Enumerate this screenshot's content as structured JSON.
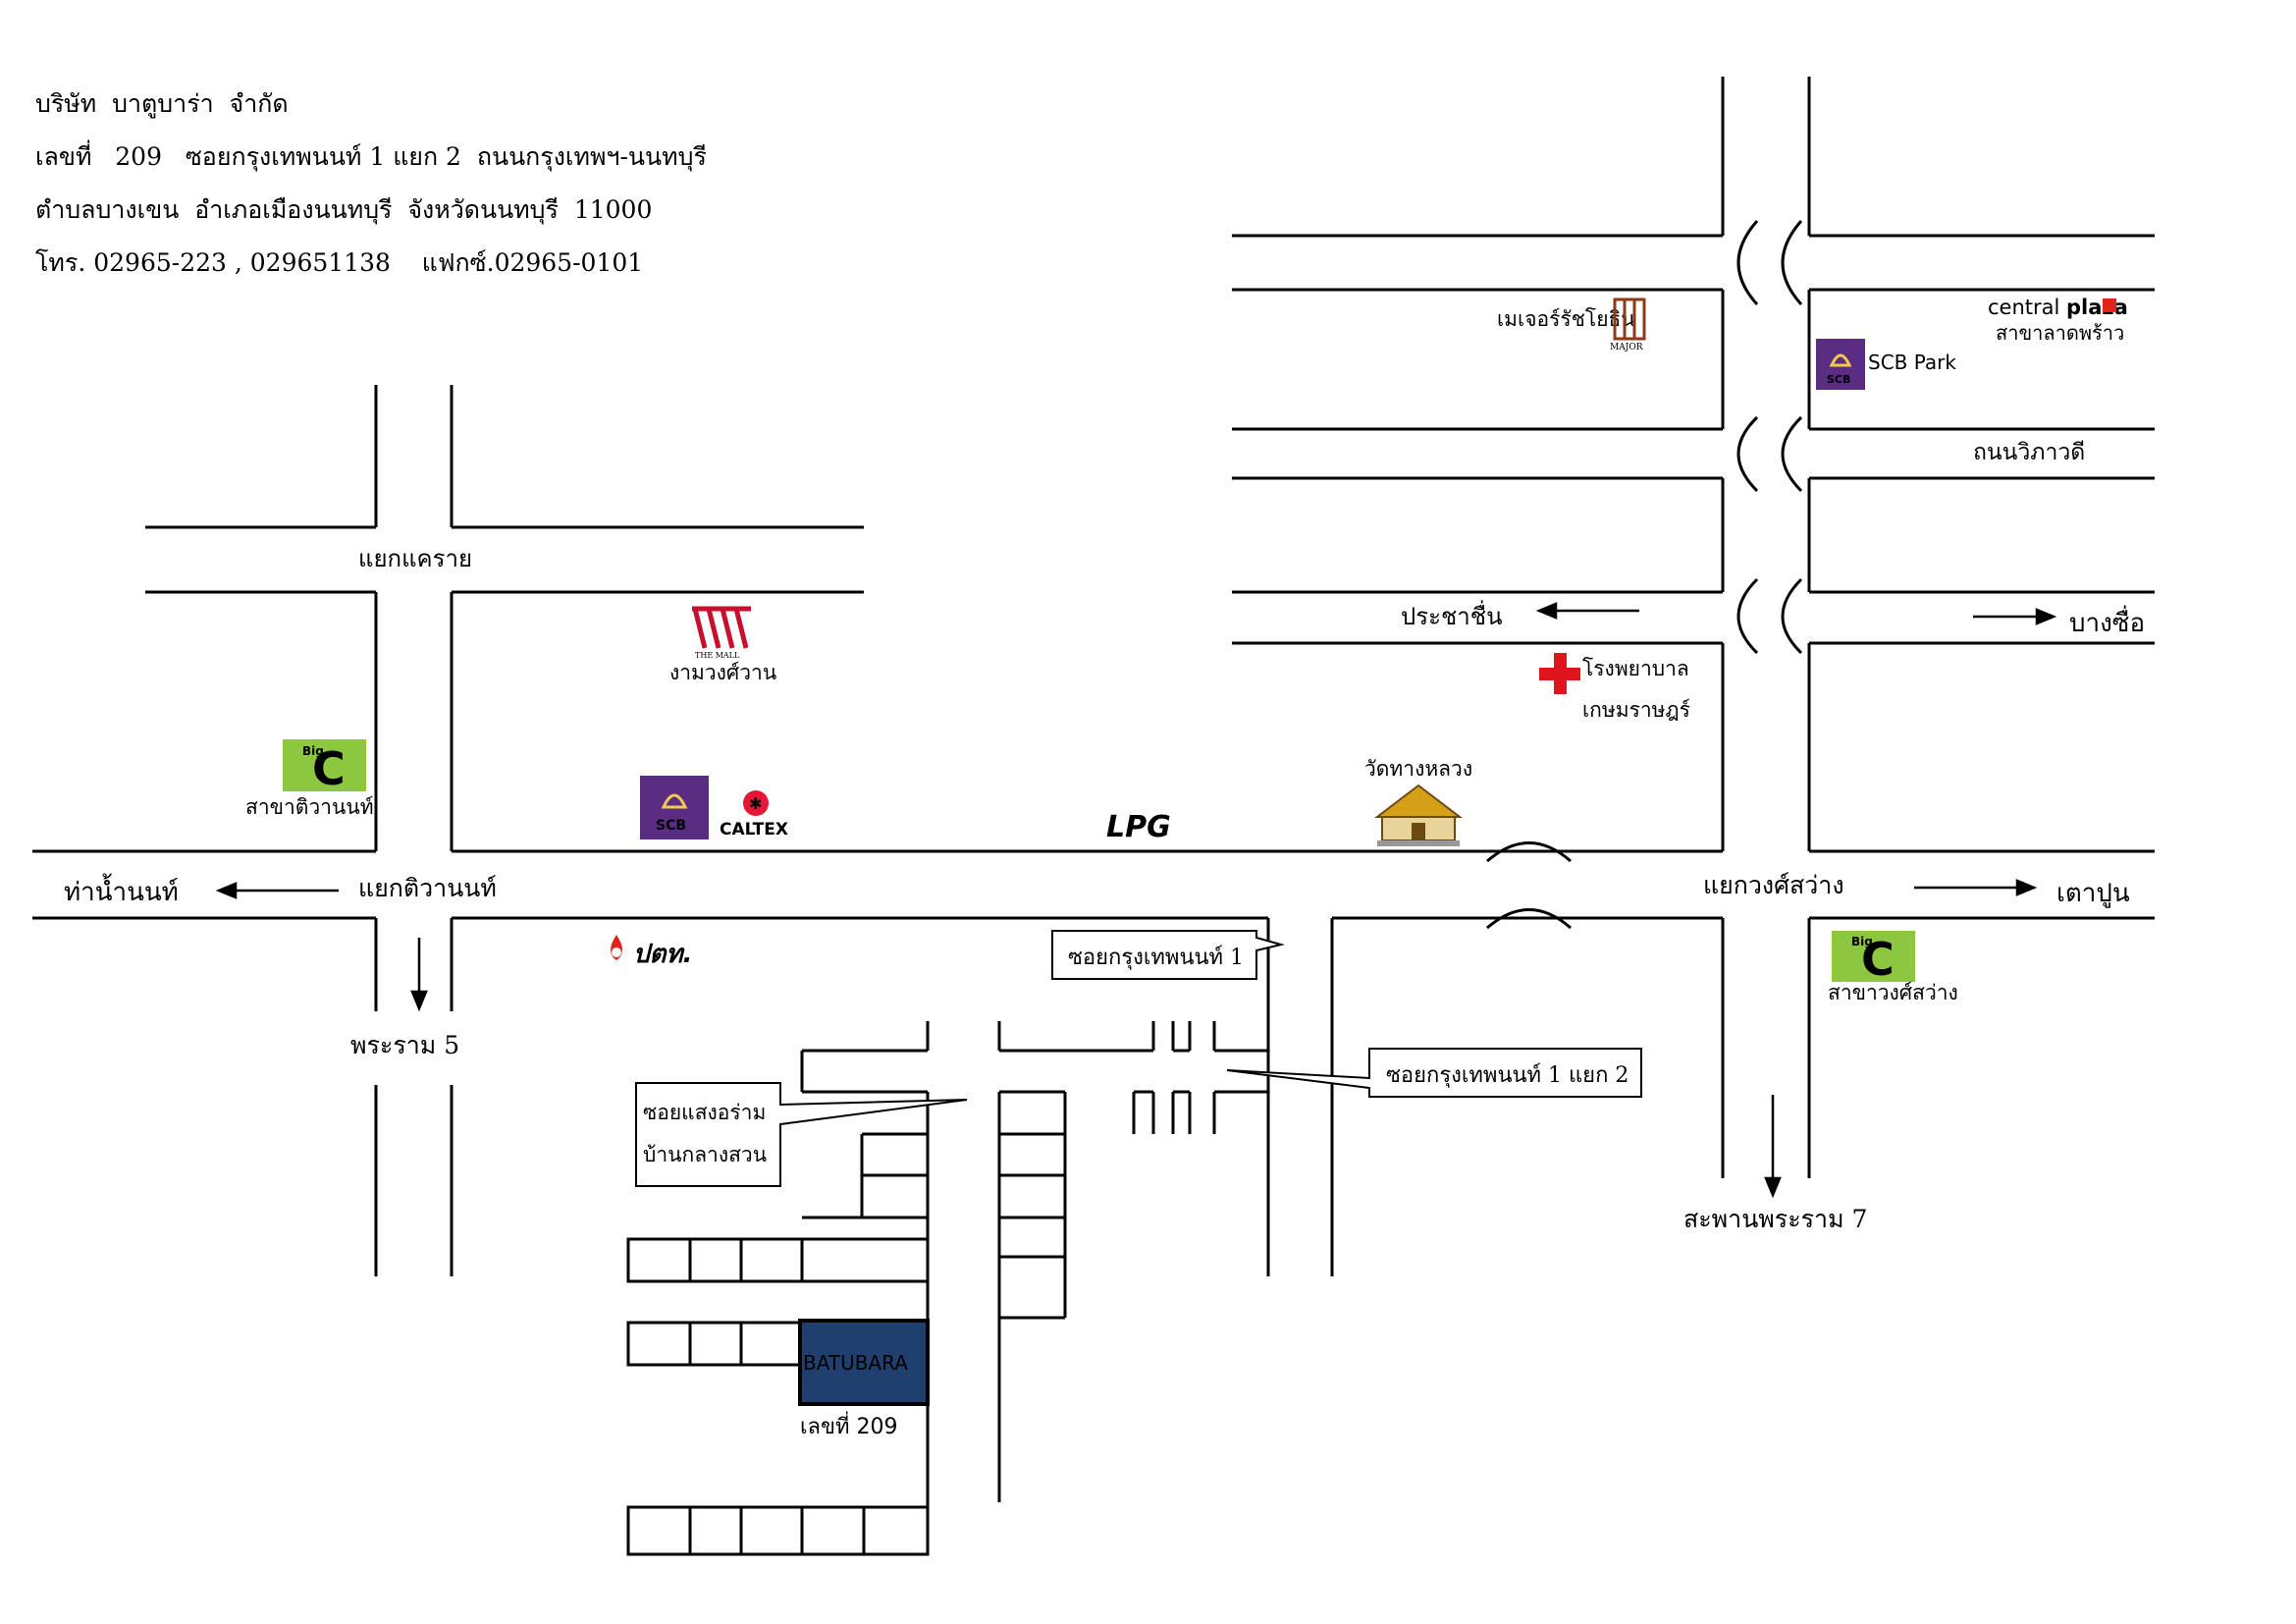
{
  "company": {
    "name": "บริษัท  บาตูบาร่า  จำกัด",
    "address_line1": "เลขที่   209   ซอยกรุงเทพนนท์ 1 แยก 2  ถนนกรุงเทพฯ-นนทบุรี",
    "address_line2": "ตำบลบางเขน  อำเภอเมืองนนทบุรี  จังหวัดนนทบุรี  11000",
    "contact": "โทร. 02965-223 , 029651138    แฟกซ์.02965-0101"
  },
  "places": {
    "kae_rai": "แยกแคราย",
    "ngamwongwan": "งามวงศ์วาน",
    "the_mall_logo": "THE MALL",
    "big_c_tiwanon": "สาขาติวานนท์",
    "big_c_logo": "Big",
    "scb_logo": "SCB",
    "caltex_logo": "CALTEX",
    "lpg_logo": "LPG",
    "ptt_logo": "ปตท.",
    "tha_nam_non": "ท่าน้ำนนท์",
    "yaek_tiwanon": "แยกติวานนท์",
    "rama5": "พระราม 5",
    "major": "เมเจอร์รัชโยธิน",
    "major_logo": "MAJOR",
    "central_logo_a": "central",
    "central_logo_b": "plaza",
    "central_branch": "สาขาลาดพร้าว",
    "scb_park": "SCB Park",
    "vibhavadi": "ถนนวิภาวดี",
    "prachachuen": "ประชาชื่น",
    "bang_sue": "บางซื่อ",
    "hospital_1": "โรงพยาบาล",
    "hospital_2": "เกษมราษฎร์",
    "wat_thang_luang": "วัดทางหลวง",
    "yaek_wongsawang": "แยกวงศ์สว่าง",
    "tao_poon": "เตาปูน",
    "big_c_wongsawang": "สาขาวงศ์สว่าง",
    "rama7_bridge": "สะพานพระราม 7",
    "soi1": "ซอยกรุงเทพนนท์ 1",
    "soi1_2": "ซอยกรุงเทพนนท์ 1 แยก 2",
    "soi_saeng_1": "ซอยแสงอร่าม",
    "soi_saeng_2": "บ้านกลางสวน",
    "batubara": "BATUBARA",
    "house_no": "เลขที่   209"
  },
  "colors": {
    "scb_purple": "#5a2d82",
    "big_c_green": "#8dc63f",
    "big_c_red": "#e2231a",
    "batubara_blue": "#1f3f6e",
    "lpg_blue": "#1c5aa8",
    "hospital_red": "#e0141c",
    "mall_red": "#c8102e",
    "caltex_red": "#e31837",
    "ptt_blue": "#0a4ea0"
  }
}
